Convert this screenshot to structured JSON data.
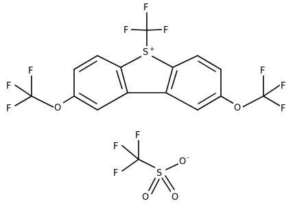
{
  "atoms": {
    "F": "F",
    "O": "O",
    "S": "S"
  },
  "charges": {
    "cation": "+",
    "anion": "-"
  }
}
